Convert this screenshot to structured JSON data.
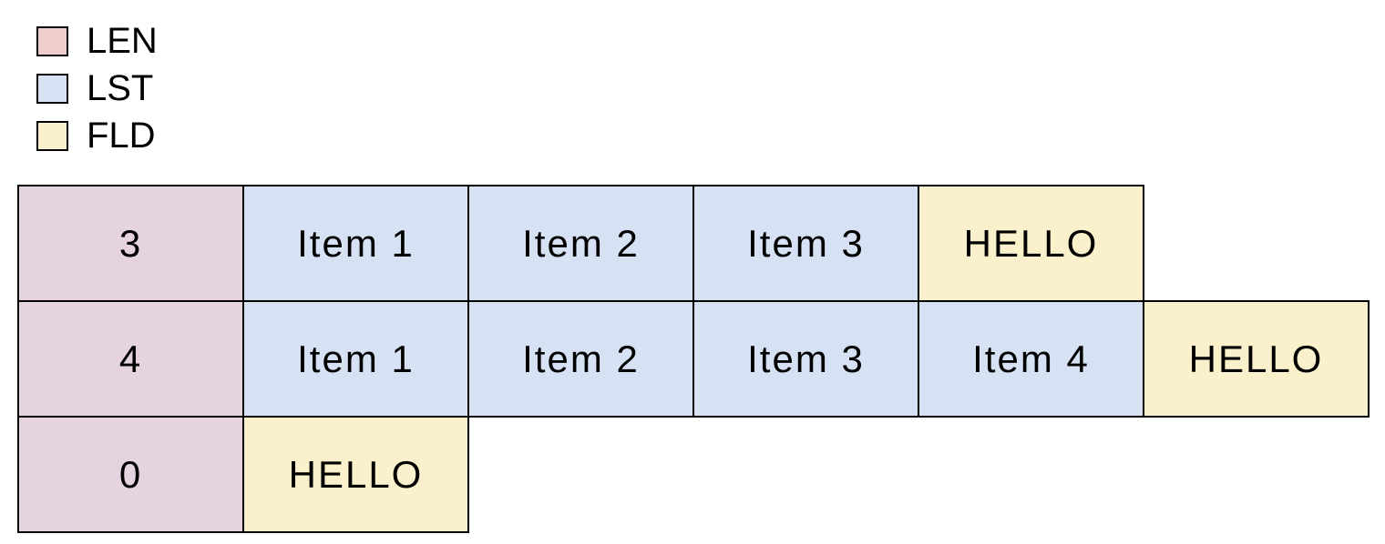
{
  "colors": {
    "background": "#ffffff",
    "border": "#000000",
    "text": "#000000",
    "legend_len": "#f0cecd",
    "legend_lst": "#d6e2f4",
    "legend_fld": "#faf0cb",
    "cell_len": "#e6d3e0",
    "cell_lst": "#d6e2f4",
    "cell_fld": "#faf0cb"
  },
  "legend": {
    "items": [
      {
        "id": "len",
        "label": "LEN",
        "color": "#f0cecd"
      },
      {
        "id": "lst",
        "label": "LST",
        "color": "#d6e2f4"
      },
      {
        "id": "fld",
        "label": "FLD",
        "color": "#faf0cb"
      }
    ]
  },
  "table": {
    "rows": [
      {
        "cells": [
          {
            "type": "len",
            "text": "3"
          },
          {
            "type": "lst",
            "text": "Item 1"
          },
          {
            "type": "lst",
            "text": "Item 2"
          },
          {
            "type": "lst",
            "text": "Item 3"
          },
          {
            "type": "fld",
            "text": "HELLO"
          }
        ]
      },
      {
        "cells": [
          {
            "type": "len",
            "text": "4"
          },
          {
            "type": "lst",
            "text": "Item 1"
          },
          {
            "type": "lst",
            "text": "Item 2"
          },
          {
            "type": "lst",
            "text": "Item 3"
          },
          {
            "type": "lst",
            "text": "Item 4"
          },
          {
            "type": "fld",
            "text": "HELLO"
          }
        ]
      },
      {
        "cells": [
          {
            "type": "len",
            "text": "0"
          },
          {
            "type": "fld",
            "text": "HELLO"
          }
        ]
      }
    ]
  }
}
